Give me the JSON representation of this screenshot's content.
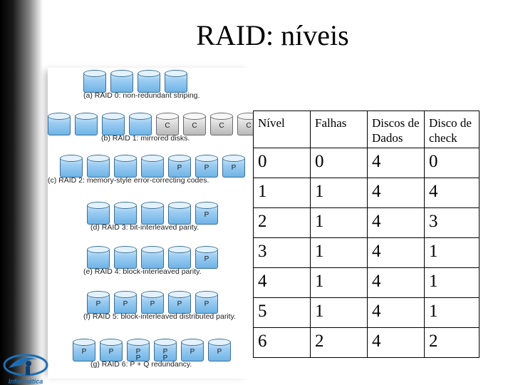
{
  "slide_title": "RAID: níveis",
  "figure": {
    "rows": [
      {
        "caption": "(a) RAID 0: non-redundant striping.",
        "disks": [
          "",
          "",
          "",
          ""
        ]
      },
      {
        "caption": "(b) RAID 1: mirrored disks.",
        "disks": [
          "",
          "",
          "",
          "",
          "C",
          "C",
          "C",
          "C"
        ]
      },
      {
        "caption": "(c) RAID 2: memory-style error-correcting codes.",
        "disks": [
          "",
          "",
          "",
          "",
          "P",
          "P",
          "P"
        ]
      },
      {
        "caption": "(d) RAID 3: bit-interleaved parity.",
        "disks": [
          "",
          "",
          "",
          "",
          "P"
        ]
      },
      {
        "caption": "(e) RAID 4: block-interleaved parity.",
        "disks": [
          "",
          "",
          "",
          "",
          "P"
        ]
      },
      {
        "caption": "(f) RAID 5: block-interleaved distributed parity.",
        "disks": [
          "P",
          "P",
          "P",
          "P",
          "P"
        ]
      },
      {
        "caption": "(g) RAID 6: P + Q redundancy.",
        "disks": [
          "P",
          "P",
          "P P",
          "P P",
          "P",
          "P"
        ]
      }
    ]
  },
  "table": {
    "headers": [
      "Nível",
      "Falhas",
      "Discos de Dados",
      "Disco de check"
    ],
    "rows": [
      [
        "0",
        "0",
        "4",
        "0"
      ],
      [
        "1",
        "1",
        "4",
        "4"
      ],
      [
        "2",
        "1",
        "4",
        "3"
      ],
      [
        "3",
        "1",
        "4",
        "1"
      ],
      [
        "4",
        "1",
        "4",
        "1"
      ],
      [
        "5",
        "1",
        "4",
        "1"
      ],
      [
        "6",
        "2",
        "4",
        "2"
      ]
    ]
  },
  "logo_text": "Informática",
  "colors": {
    "disk_blue": "#6fb4e6",
    "disk_gray": "#b9b9b9",
    "logo_blue": "#1d6fb5"
  }
}
